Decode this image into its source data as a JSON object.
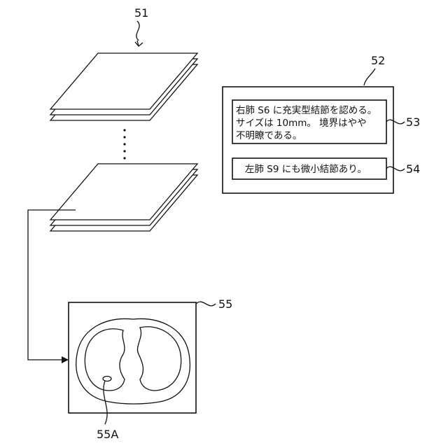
{
  "references": {
    "image_stack": "51",
    "report_panel": "52",
    "finding_1": "53",
    "finding_2": "54",
    "tomographic_image": "55",
    "lesion_region": "55A"
  },
  "report": {
    "finding_1_lines": [
      "右肺 S6 に充実型結節を認める。",
      "サイズは 10mm。 境界はやや",
      "不明瞭である。"
    ],
    "finding_2_text": "左肺 S9 にも微小結節あり。"
  }
}
